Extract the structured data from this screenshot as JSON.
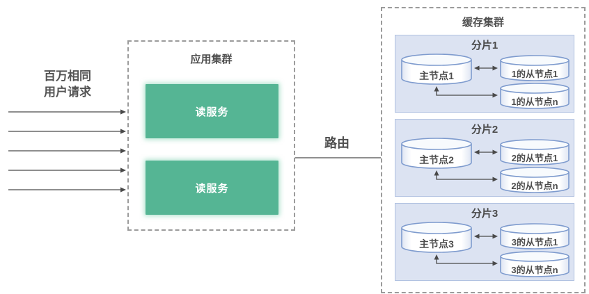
{
  "request_label": {
    "line1": "百万相同",
    "line2": "用户请求"
  },
  "route_label": "路由",
  "app_cluster": {
    "title": "应用集群",
    "services": [
      {
        "label": "读服务"
      },
      {
        "label": "读服务"
      }
    ]
  },
  "cache_cluster": {
    "title": "缓存集群",
    "shards": [
      {
        "title": "分片1",
        "master": "主节点1",
        "slave1": "1的从节点1",
        "slave_n": "1的从节点n"
      },
      {
        "title": "分片2",
        "master": "主节点2",
        "slave1": "2的从节点1",
        "slave_n": "2的从节点n"
      },
      {
        "title": "分片3",
        "master": "主节点3",
        "slave1": "3的从节点1",
        "slave_n": "3的从节点n"
      }
    ]
  },
  "colors": {
    "service_green": "#55B594",
    "shard_background": "#DCE3F2",
    "shard_border": "#AFC0E0",
    "cylinder_border": "#7E9BCE",
    "dashed_border": "#9B9B9B",
    "arrow": "#4A4A4A",
    "text": "#4F4F4F"
  }
}
